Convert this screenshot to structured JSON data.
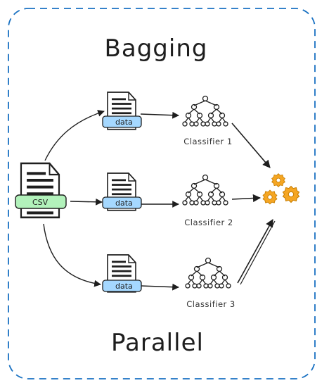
{
  "diagram": {
    "title_top": "Bagging",
    "title_bottom": "Parallel",
    "source_file": {
      "label": "CSV",
      "tag_color": "#b2f2bb"
    },
    "subsets": [
      {
        "label": "data",
        "tag_color": "#a5d8ff"
      },
      {
        "label": "data",
        "tag_color": "#a5d8ff"
      },
      {
        "label": "data",
        "tag_color": "#a5d8ff"
      }
    ],
    "classifiers": [
      {
        "label": "Classifier 1"
      },
      {
        "label": "Classifier 2"
      },
      {
        "label": "Classifier 3"
      }
    ],
    "aggregator": {
      "icon": "gears-icon",
      "color": "#f5a623"
    },
    "border_color": "#1971c2"
  }
}
